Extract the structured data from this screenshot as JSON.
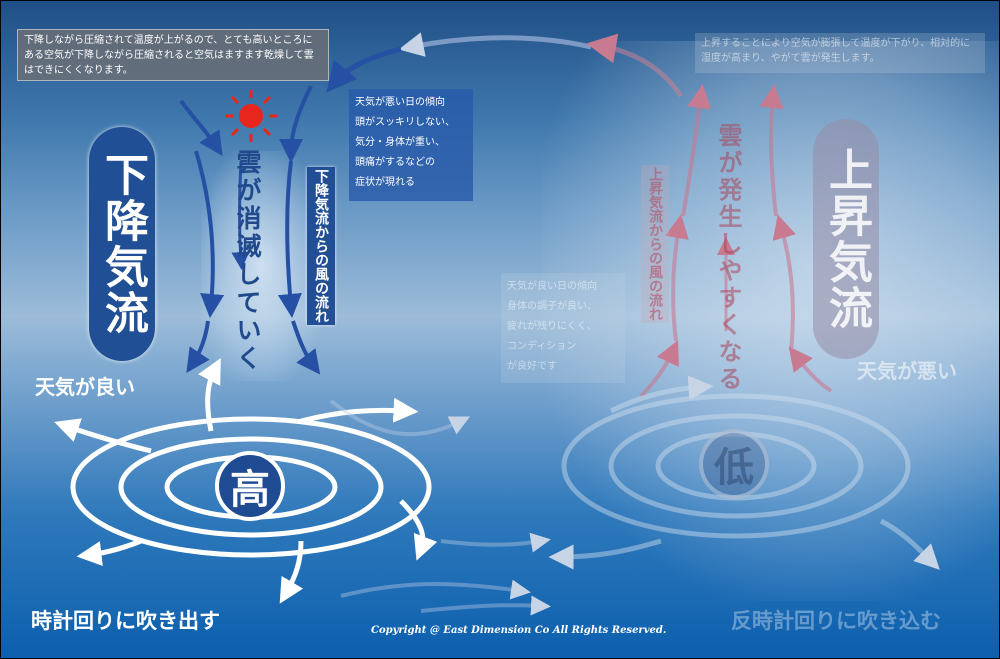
{
  "notes": {
    "top_left": "下降しながら圧縮されて温度が上がるので、とても高いところにある空気が下降しながら圧縮されると空気はますます乾燥して雲はできにくくなります。",
    "top_right": "上昇することにより空気が膨張して温度が下がり、相対的に湿度が高まり、やがて雲が発生します。",
    "bad_weather": [
      "天気が悪い日の傾向",
      "頭がスッキリしない、",
      "気分・身体が重い、",
      "頭痛がするなどの",
      "症状が現れる"
    ],
    "good_weather": [
      "天気が良い日の傾向",
      "身体の調子が良い、",
      "疲れが残りにくく、",
      "コンディション",
      "が良好です"
    ]
  },
  "labels": {
    "downdraft": "下降気流",
    "updraft": "上昇気流",
    "cloud_vanish": "雲が消滅していく",
    "cloud_form": "雲が発生しやすくなる",
    "wind_down": "下降気流からの風の流れ",
    "wind_up": "上昇気流からの風の流れ",
    "weather_good": "天気が良い",
    "weather_bad": "天気が悪い",
    "blow_out": "時計回りに吹き出す",
    "blow_in": "反時計回りに吹き込む",
    "high": "高",
    "low": "低"
  },
  "icons": {
    "sun": "sun-icon"
  },
  "colors": {
    "downdraft_blue": "#214f95",
    "updraft_red": "#c0506a",
    "sun_red": "#e8261e"
  },
  "copyright": "Copyright @ East Dimension Co All Rights Reserved."
}
